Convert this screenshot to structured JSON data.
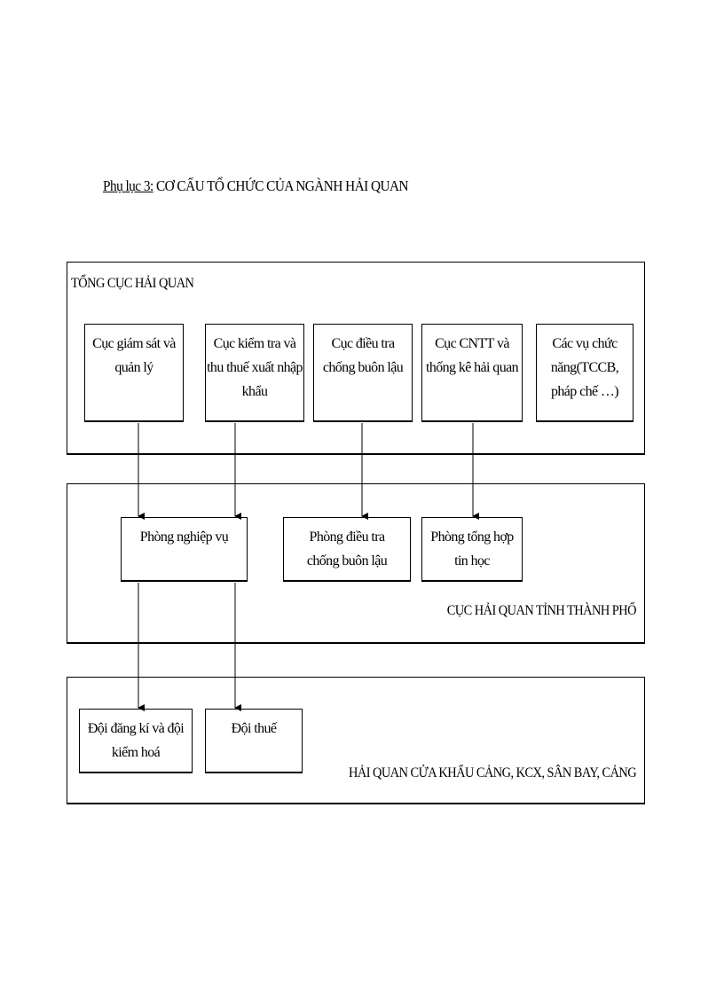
{
  "title": {
    "prefix": "Phụ lục 3:",
    "text": "CƠ CẤU TỔ CHỨC CỦA NGÀNH HẢI QUAN"
  },
  "levels": {
    "top": {
      "label": "TỔNG CỤC HẢI QUAN",
      "units": [
        "Cục giám sát và quản lý",
        "Cục kiểm tra và thu thuế xuất nhập khẩu",
        "Cục điều tra chống buôn lậu",
        "Cục CNTT và thống kê hải quan",
        "Các vụ chức năng(TCCB, pháp chế …)"
      ]
    },
    "mid": {
      "label": "CỤC HẢI QUAN TỈNH THÀNH PHỐ",
      "units": [
        "Phòng nghiệp vụ",
        "Phòng điều tra chống buôn lậu",
        "Phòng tổng hợp tin học"
      ]
    },
    "bottom": {
      "label": "HẢI QUAN CỬA KHẨU CẢNG, KCX, SÂN BAY, CẢNG",
      "units": [
        "Đội đăng kí và đội kiểm hoá",
        "Đội thuế"
      ]
    }
  }
}
